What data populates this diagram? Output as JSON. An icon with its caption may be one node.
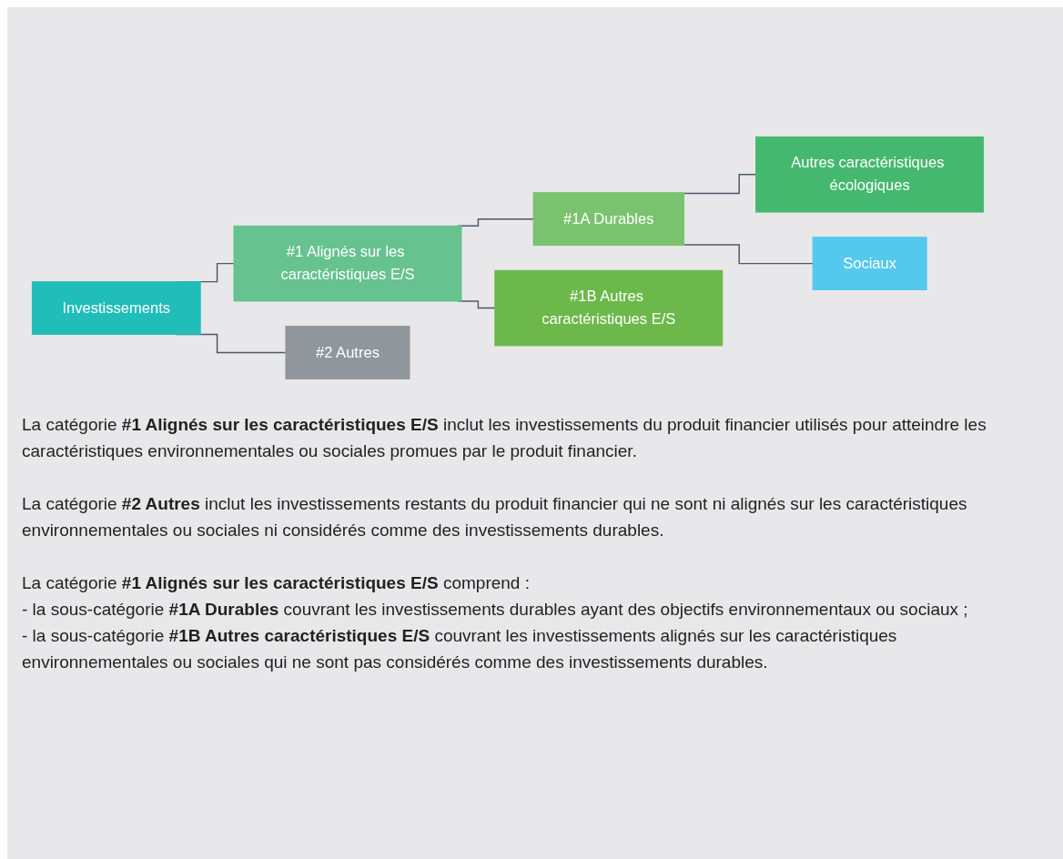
{
  "diagram": {
    "nodes": [
      {
        "text": [
          "Investissements"
        ]
      },
      {
        "text": [
          "#1 Alignés sur les caractéristiques E/S"
        ]
      },
      {
        "text": [
          "#2 Autres"
        ]
      },
      {
        "text": [
          "#1A Durables"
        ]
      },
      {
        "text": [
          "#1B Autres caractéristiques E/S"
        ]
      },
      {
        "text": [
          "Autres caractéristiques écologiques"
        ]
      },
      {
        "text": [
          "Sociaux"
        ]
      }
    ],
    "edges": [
      {
        "from": 0,
        "to": 1,
        "arrow": "none"
      },
      {
        "from": 0,
        "to": 2,
        "arrow": "none"
      },
      {
        "from": 1,
        "to": 3,
        "arrow": "none"
      },
      {
        "from": 1,
        "to": 4,
        "arrow": "none"
      },
      {
        "from": 3,
        "to": 5,
        "arrow": "none"
      },
      {
        "from": 3,
        "to": 6,
        "arrow": "none"
      }
    ],
    "labels": [
      "La catégorie **#1 Alignés sur les caractéristiques E/S** inclut les investissements du produit financier utilisés pour atteindre les caractéristiques environnementales ou sociales promues par le produit financier.",
      "La catégorie **#2 Autres** inclut les investissements restants du produit financier qui ne sont ni alignés sur les caractéristiques environnementales ou sociales ni considérés comme des investissements durables.",
      "La catégorie **#1 Alignés sur les caractéristiques E/S** comprend :",
      "- la sous-catégorie **#1A Durables** couvrant les investissements durables ayant des objectifs environnementaux ou sociaux ;",
      "- la sous-catégorie **#1B Autres caractéristiques E/S** couvrant les investissements alignés sur les caractéristiques environnementales ou sociales qui ne sont pas considérés comme des investissements durables."
    ]
  }
}
